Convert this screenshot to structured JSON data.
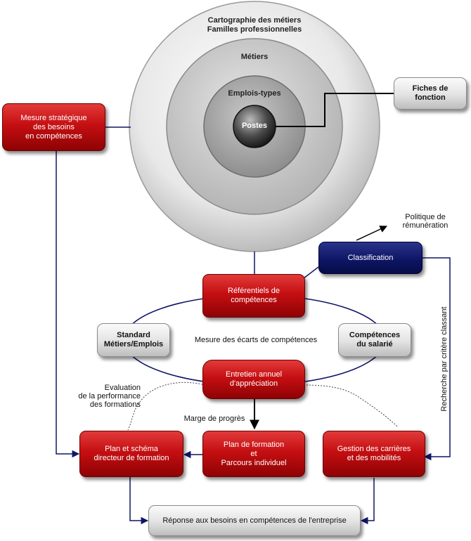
{
  "rings": {
    "outer": "Cartographie des métiers\nFamilles professionnelles",
    "metiers": "Métiers",
    "emplois": "Emplois-types",
    "postes": "Postes"
  },
  "boxes": {
    "fiches_fonction": "Fiches de\nfonction",
    "mesure_strategique": "Mesure  stratégique\ndes besoins\nen compétences",
    "classification": "Classification",
    "referentiels": "Référentiels de\ncompétences",
    "standard": "Standard\nMétiers/Emplois",
    "competences_salarie": "Compétences\ndu salarié",
    "entretien": "Entretien annuel\nd'appréciation",
    "plan_schema": "Plan et schéma\ndirecteur de formation",
    "plan_formation": "Plan de formation\net\nParcours individuel",
    "gestion_carrieres": "Gestion des carrières\net des mobilités",
    "reponse": "Réponse aux besoins en compétences de l'entreprise"
  },
  "labels": {
    "politique": "Politique de\nrémunération",
    "mesure_ecarts": "Mesure des écarts de compétences",
    "evaluation": "Evaluation\nde la performance\ndes formations",
    "marge": "Marge de progrès",
    "recherche": "Recherche par critère classant"
  }
}
